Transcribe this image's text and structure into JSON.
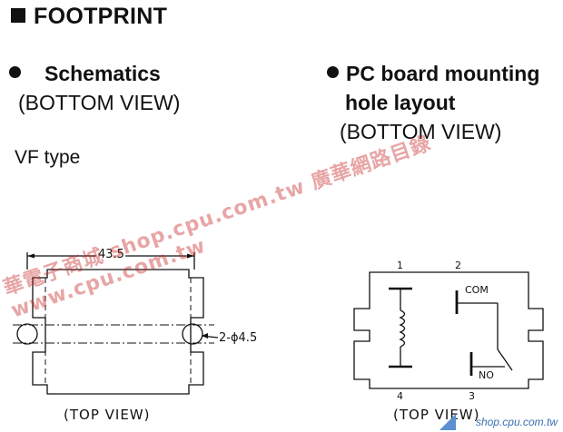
{
  "header": {
    "title": "FOOTPRINT"
  },
  "left": {
    "heading": "Schematics",
    "subheading": "(BOTTOM VIEW)",
    "type_label": "VF type",
    "dimension": "43.5",
    "hole_label": "2-ϕ4.5",
    "caption": "(TOP VIEW)"
  },
  "right": {
    "heading_line1": "PC board mounting",
    "heading_line2": "hole layout",
    "subheading": "(BOTTOM VIEW)",
    "pins": [
      "1",
      "2",
      "3",
      "4"
    ],
    "com_label": "COM",
    "no_label": "NO",
    "caption": "(TOP VIEW)"
  },
  "watermark": {
    "text": "華電子商城 shop.cpu.com.tw 廣華網路目錄 www.cpu.com.tw"
  },
  "footer": {
    "text": "shop.cpu.com.tw"
  }
}
